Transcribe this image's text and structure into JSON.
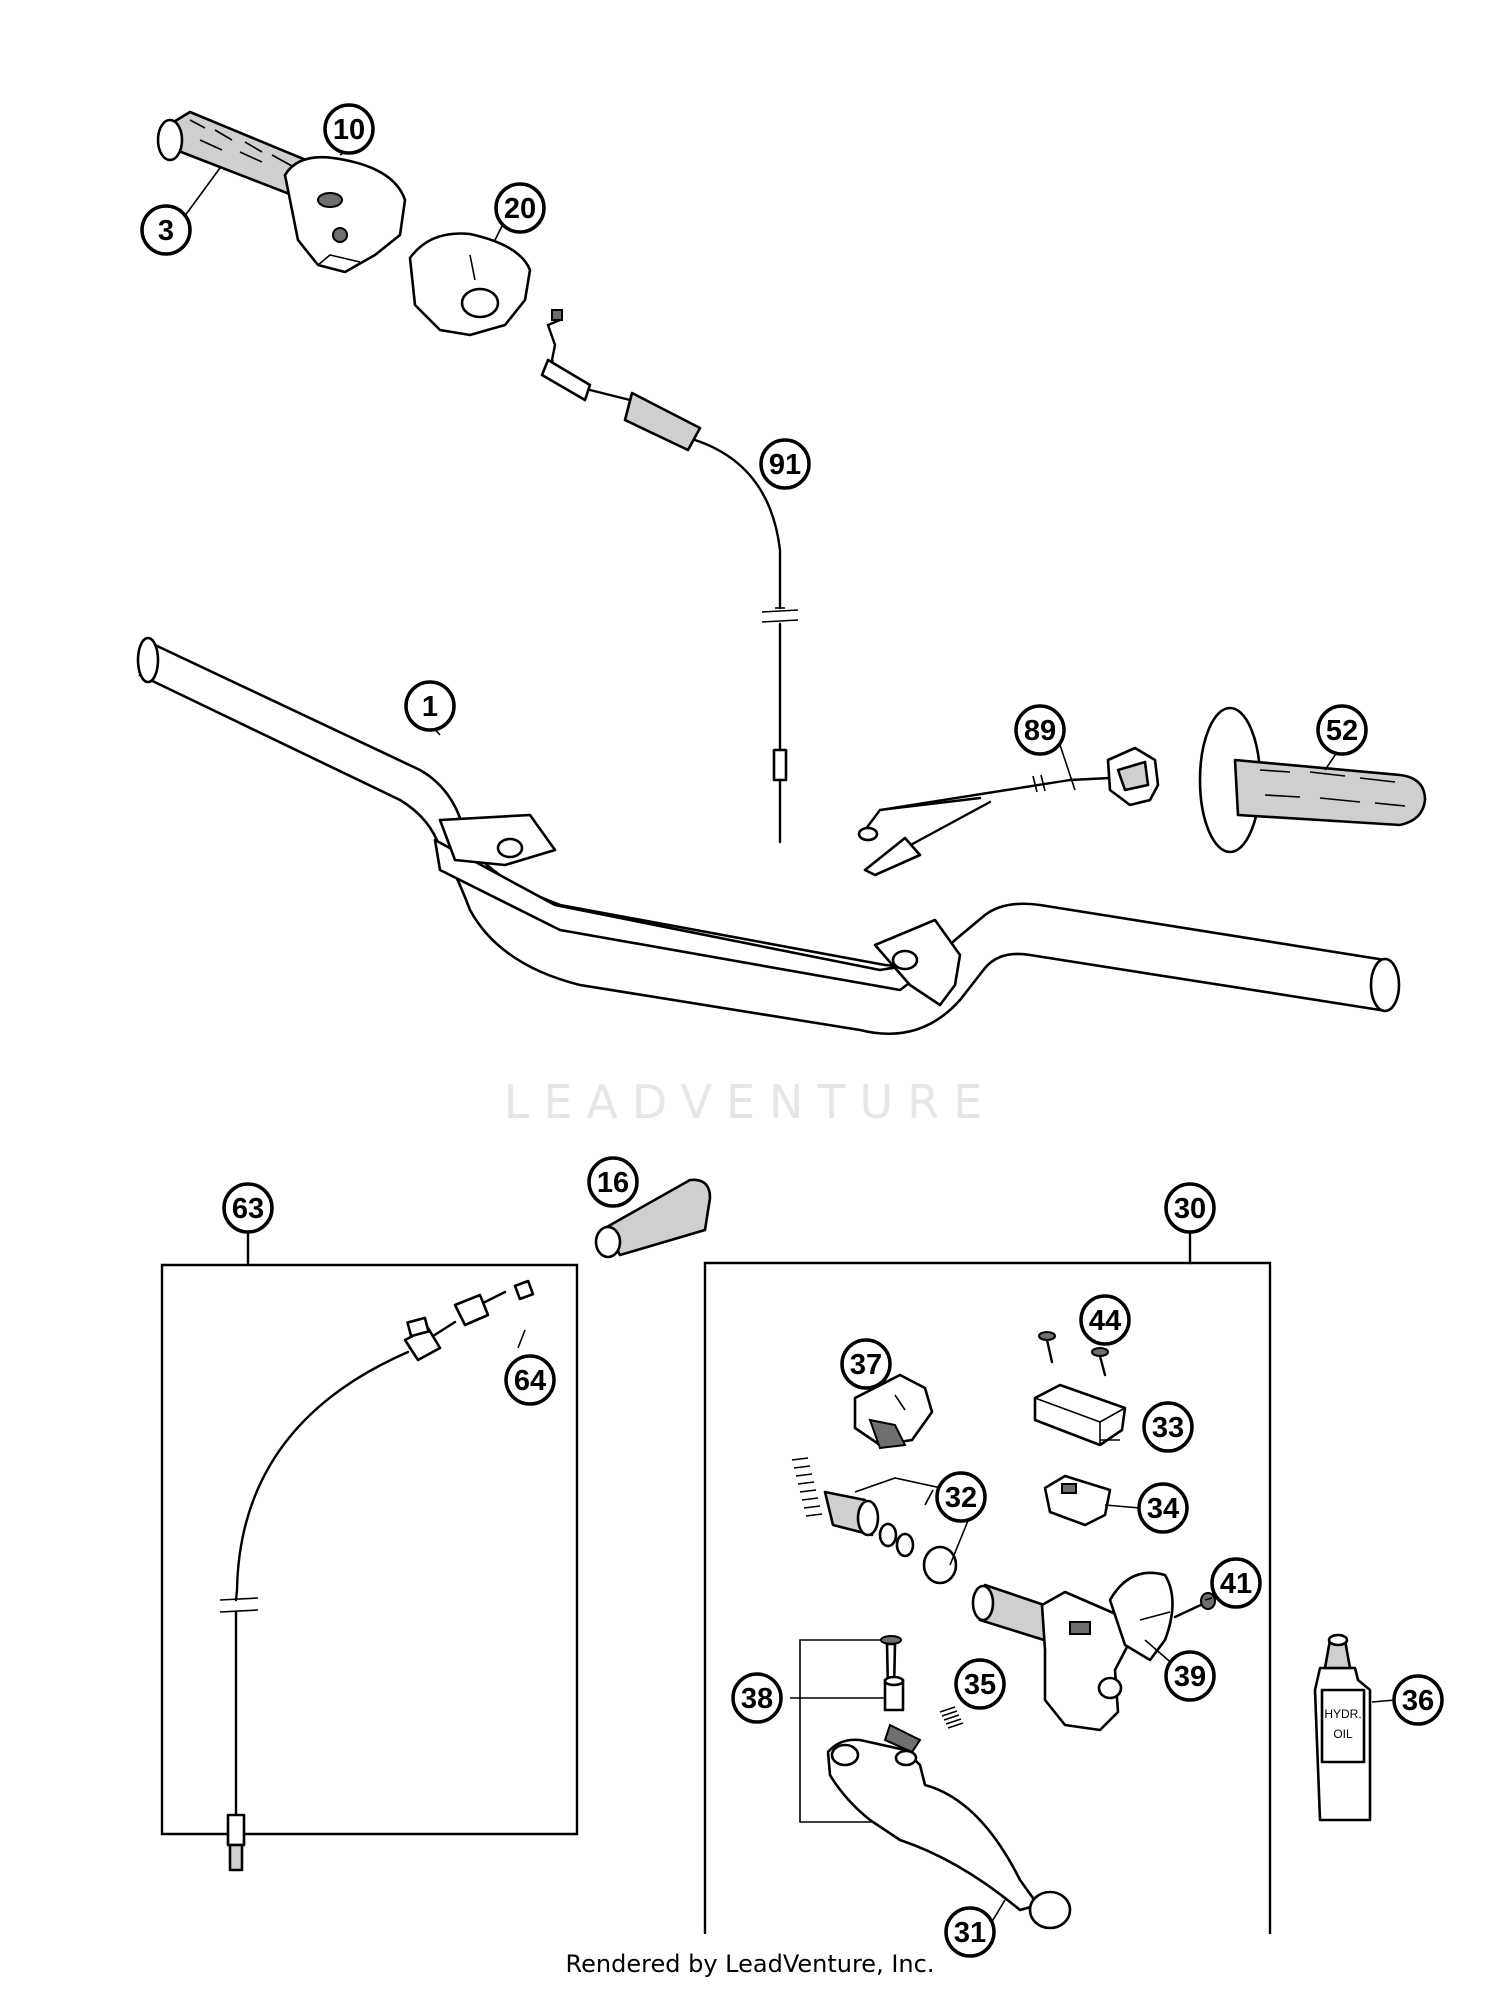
{
  "callouts": {
    "c1": "1",
    "c3": "3",
    "c10": "10",
    "c16": "16",
    "c20": "20",
    "c30": "30",
    "c31": "31",
    "c32": "32",
    "c33": "33",
    "c34": "34",
    "c35": "35",
    "c36": "36",
    "c37": "37",
    "c38": "38",
    "c39": "39",
    "c41": "41",
    "c44": "44",
    "c52": "52",
    "c63": "63",
    "c64": "64",
    "c89": "89",
    "c91": "91"
  },
  "oil_bottle_label": [
    "HYDR.",
    "OIL"
  ],
  "watermark_text": "LEADVENTURE",
  "footer_text": "Rendered by LeadVenture, Inc."
}
